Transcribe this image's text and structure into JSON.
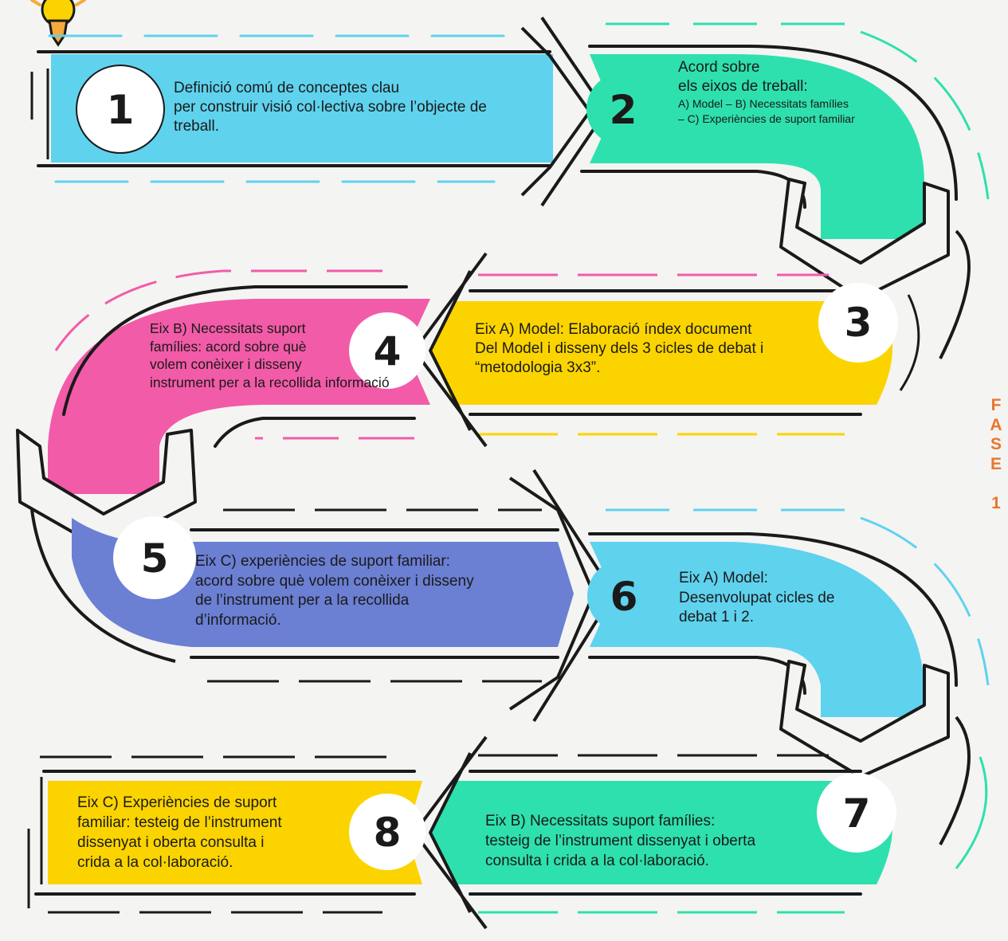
{
  "steps": [
    {
      "number": "1",
      "color": "#5fd2ee",
      "lines": [
        "Definició comú de conceptes clau",
        "per construir visió col·lectiva sobre l’objecte de",
        "treball."
      ]
    },
    {
      "number": "2",
      "color": "#2ee0ad",
      "lines": [
        "Acord sobre",
        "els eixos de treball:"
      ],
      "small_lines": [
        "A) Model – B) Necessitats famílies",
        "– C) Experiències de suport familiar"
      ]
    },
    {
      "number": "3",
      "color": "#fbd400",
      "lines": [
        "Eix A) Model: Elaboració índex document",
        "Del Model i disseny dels 3 cicles de debat i",
        "“metodologia 3x3”."
      ]
    },
    {
      "number": "4",
      "color": "#f25ba8",
      "lines": [
        "Eix B) Necessitats suport",
        "famílies: acord sobre què",
        "volem conèixer i disseny",
        "instrument per a la  recollida informació"
      ]
    },
    {
      "number": "5",
      "color": "#6b7fd3",
      "lines": [
        "Eix C) experiències de suport familiar:",
        "acord sobre què volem conèixer i disseny",
        "de l’instrument  per a la recollida",
        "d’informació."
      ]
    },
    {
      "number": "6",
      "color": "#5fd2ee",
      "lines": [
        "Eix A) Model:",
        "Desenvolupat cicles de",
        "debat 1 i 2."
      ]
    },
    {
      "number": "7",
      "color": "#2ee0ad",
      "lines": [
        "Eix B) Necessitats suport famílies:",
        "testeig de l’instrument dissenyat i oberta",
        "consulta i crida a la col·laboració."
      ]
    },
    {
      "number": "8",
      "color": "#fbd400",
      "lines": [
        "Eix C) Experiències de suport",
        "familiar: testeig de l’instrument",
        "dissenyat i oberta consulta i",
        "crida a la col·laboració."
      ]
    }
  ],
  "phase_label": [
    "F",
    "A",
    "S",
    "E",
    "",
    "1"
  ],
  "colors": {
    "phase": "#e8762c",
    "outline": "#1a1a1a",
    "background": "#f4f4f2"
  },
  "icons": [
    "lightbulb-pencil-icon"
  ]
}
